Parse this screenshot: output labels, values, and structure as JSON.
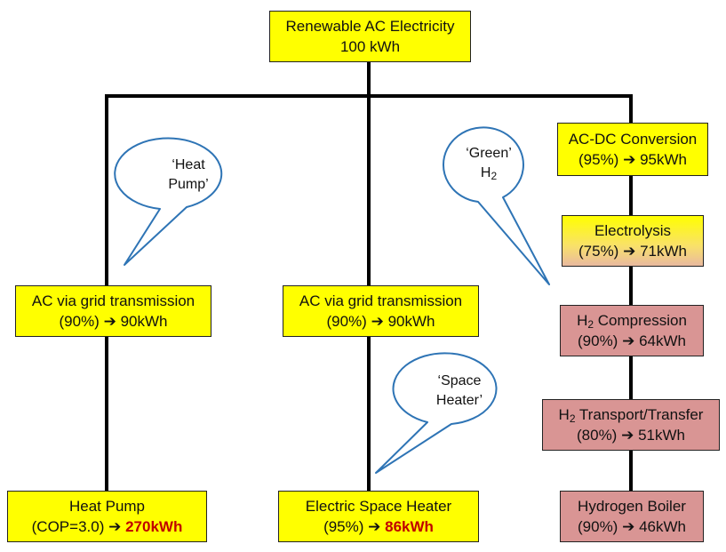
{
  "top": {
    "title": "Renewable AC Electricity",
    "value": "100 kWh"
  },
  "bubbles": {
    "heat_pump": [
      "‘Heat",
      "Pump’"
    ],
    "green": {
      "line1": "‘Green’",
      "h": "H",
      "sub": "2"
    },
    "space_heater": [
      "‘Space",
      "Heater’"
    ]
  },
  "left": {
    "grid": {
      "label": "AC via grid transmission",
      "pct": "(90%)",
      "arrow": "➔",
      "value": "90kWh"
    },
    "end": {
      "label": "Heat Pump",
      "pct": "(COP=3.0)",
      "arrow": "➔",
      "value": "270kWh"
    }
  },
  "middle": {
    "grid": {
      "label": "AC via grid transmission",
      "pct": "(90%)",
      "arrow": "➔",
      "value": "90kWh"
    },
    "end": {
      "label": "Electric Space Heater",
      "pct": "(95%)",
      "arrow": "➔",
      "value": "86kWh"
    }
  },
  "right": {
    "acdc": {
      "label": "AC-DC Conversion",
      "pct": "(95%)",
      "arrow": "➔",
      "value": "95kWh"
    },
    "electrolysis": {
      "label": "Electrolysis",
      "pct": "(75%)",
      "arrow": "➔",
      "value": "71kWh"
    },
    "compression": {
      "h": "H",
      "sub": "2",
      "label": " Compression",
      "pct": "(90%)",
      "arrow": "➔",
      "value": "64kWh"
    },
    "transport": {
      "h": "H",
      "sub": "2",
      "label": " Transport/Transfer",
      "pct": "(80%)",
      "arrow": "➔",
      "value": "51kWh"
    },
    "boiler": {
      "label": "Hydrogen Boiler",
      "pct": "(90%)",
      "arrow": "➔",
      "value": "46kWh"
    }
  },
  "colors": {
    "yellow": "#ffff00",
    "pink": "#d99594",
    "red_value": "#c00000",
    "line": "#000000",
    "bubble_stroke": "#2e74b5"
  }
}
